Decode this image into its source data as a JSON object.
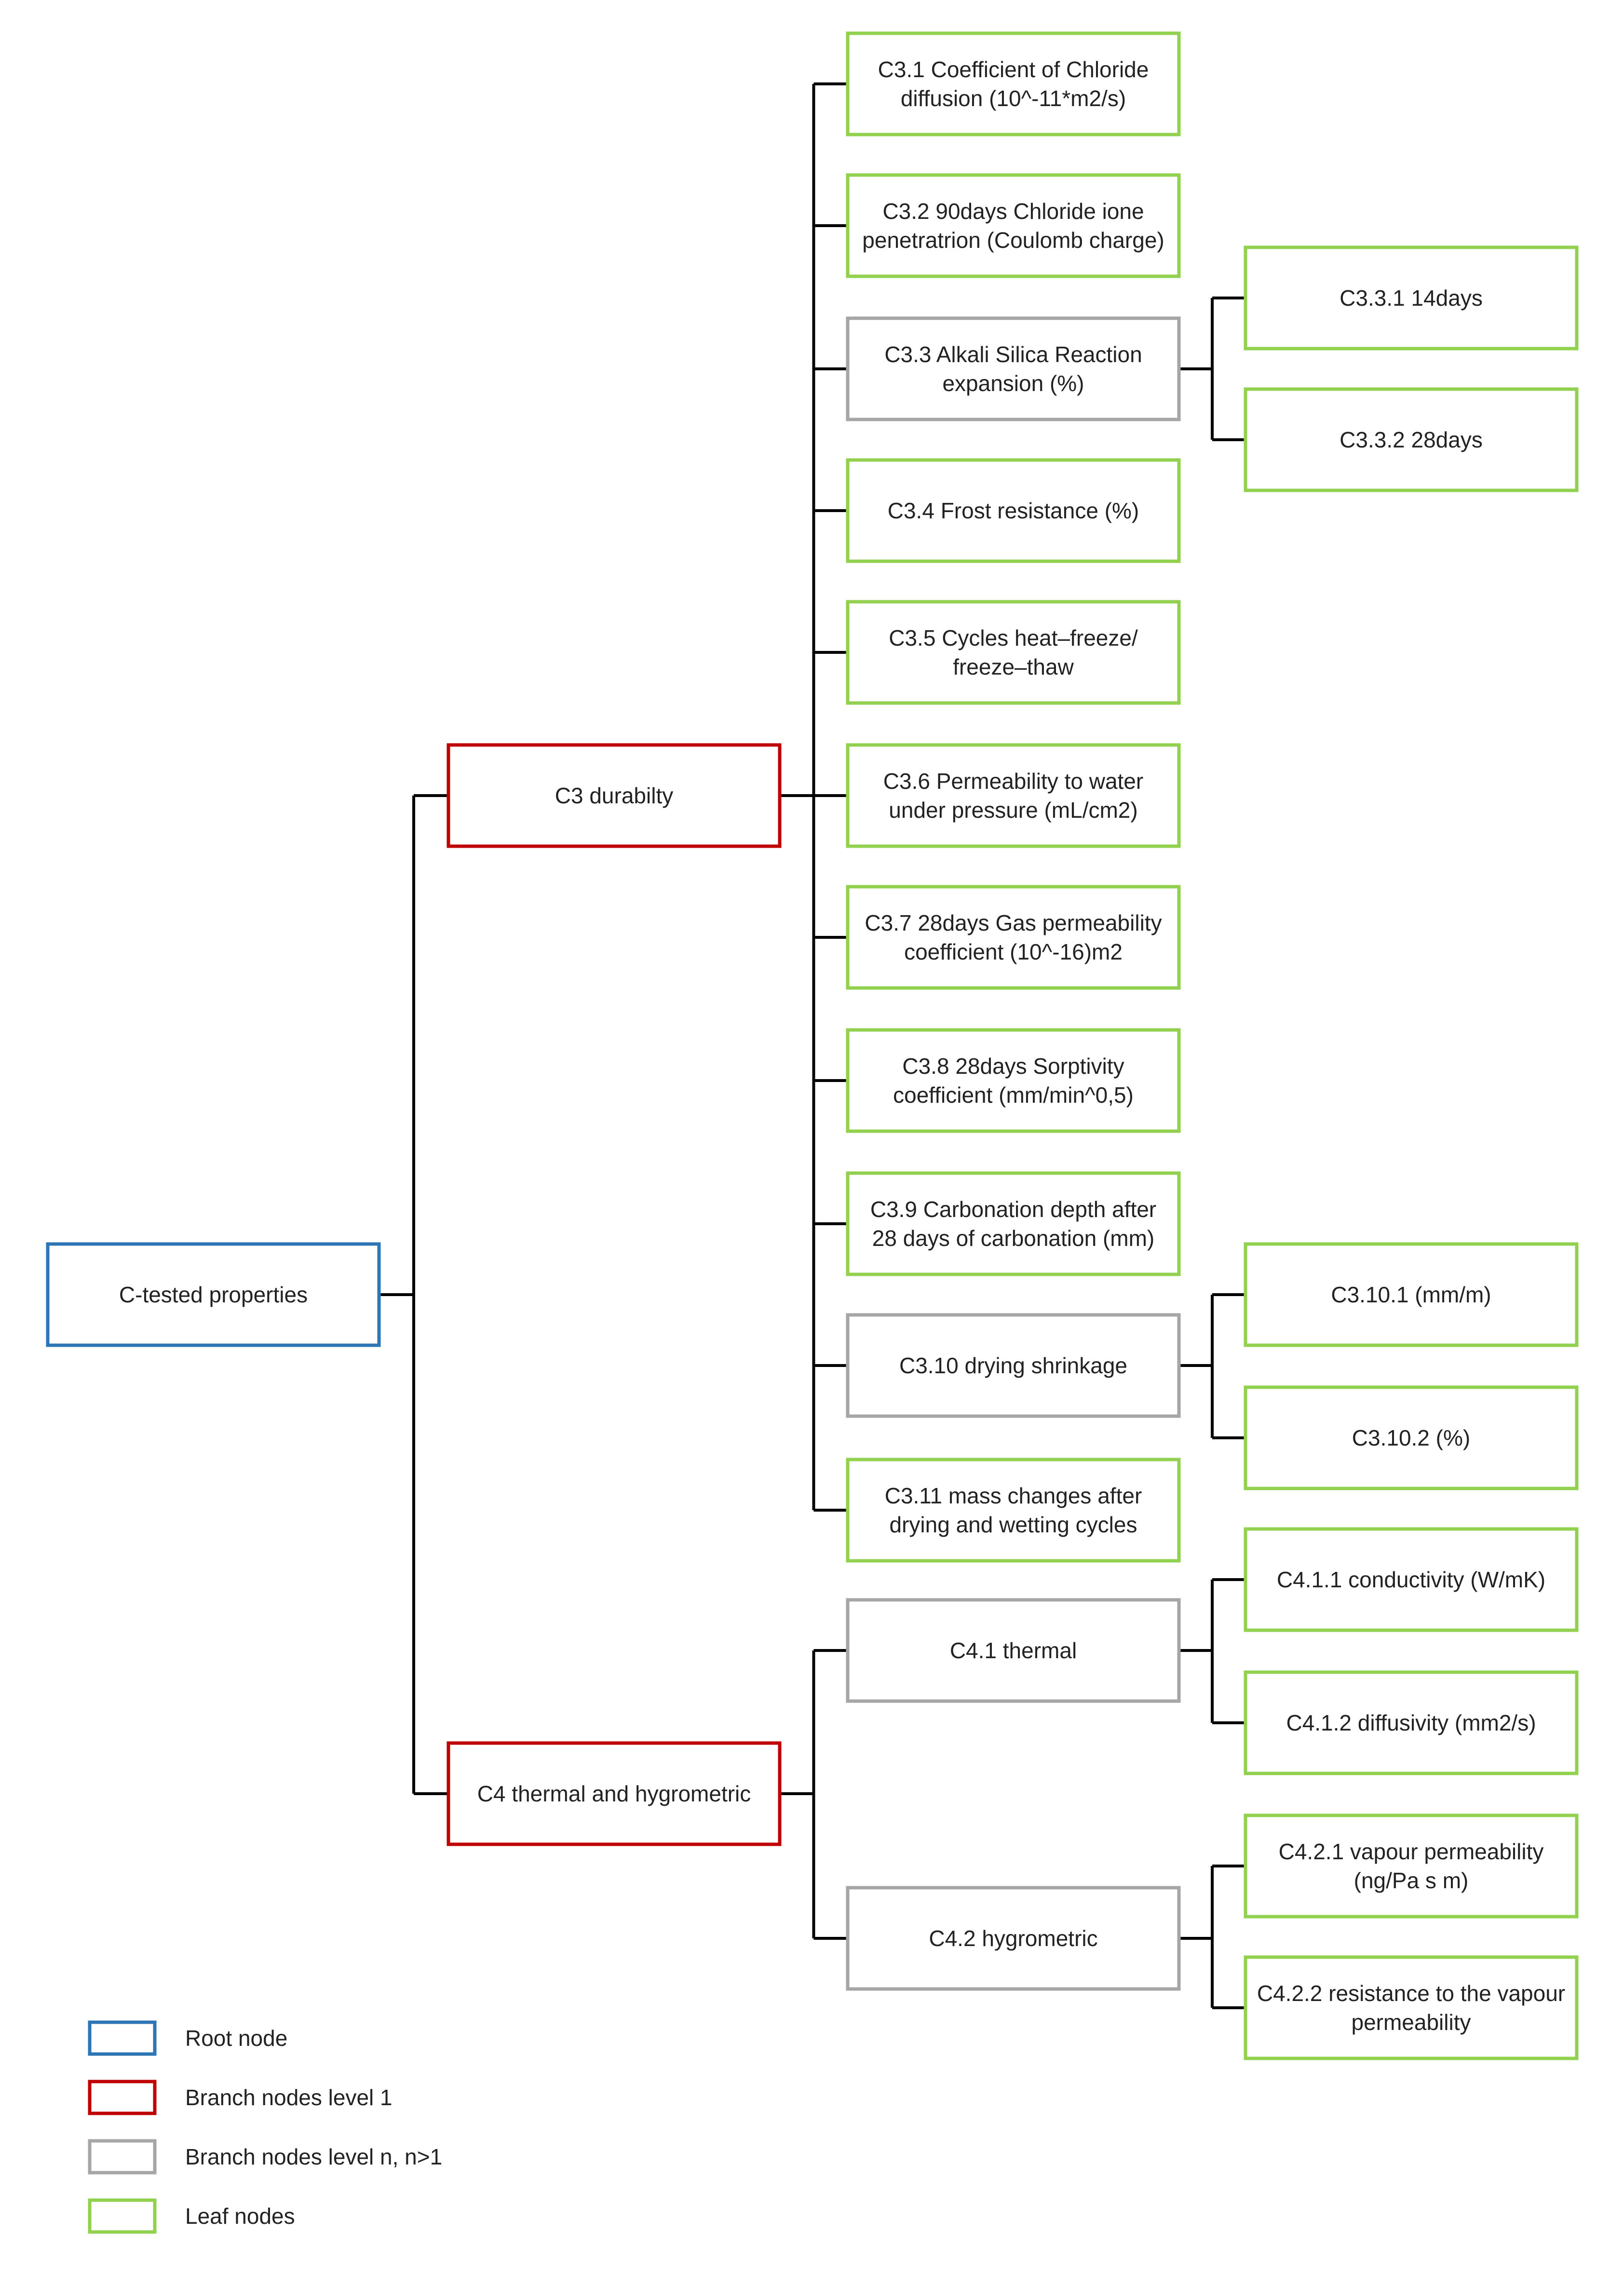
{
  "colors": {
    "root": "#2E75B6",
    "level1": "#C00000",
    "leveln": "#A6A6A6",
    "leaf": "#92D050",
    "edge": "#000000"
  },
  "nodes": {
    "root": {
      "lines": [
        "C-tested properties"
      ]
    },
    "c3": {
      "lines": [
        "C3 durabilty"
      ]
    },
    "c4": {
      "lines": [
        "C4 thermal and hygrometric"
      ]
    },
    "c31": {
      "lines": [
        "C3.1 Coefficient of Chloride",
        "diffusion (10^-11*m2/s)"
      ]
    },
    "c32": {
      "lines": [
        "C3.2 90days Chloride ione",
        "penetratrion (Coulomb charge)"
      ]
    },
    "c33": {
      "lines": [
        "C3.3 Alkali Silica Reaction",
        "expansion (%)"
      ]
    },
    "c34": {
      "lines": [
        "C3.4 Frost resistance (%)"
      ]
    },
    "c35": {
      "lines": [
        "C3.5 Cycles heat–freeze/",
        "freeze–thaw"
      ]
    },
    "c36": {
      "lines": [
        "C3.6 Permeability to water",
        "under pressure (mL/cm2)"
      ]
    },
    "c37": {
      "lines": [
        "C3.7 28days Gas permeability",
        "coefficient (10^-16)m2"
      ]
    },
    "c38": {
      "lines": [
        "C3.8 28days Sorptivity",
        "coefficient (mm/min^0,5)"
      ]
    },
    "c39": {
      "lines": [
        "C3.9 Carbonation depth after",
        "28 days of carbonation (mm)"
      ]
    },
    "c310": {
      "lines": [
        "C3.10 drying shrinkage"
      ]
    },
    "c311": {
      "lines": [
        "C3.11 mass changes after",
        "drying and wetting cycles"
      ]
    },
    "c331": {
      "lines": [
        "C3.3.1 14days"
      ]
    },
    "c332": {
      "lines": [
        "C3.3.2 28days"
      ]
    },
    "c3101": {
      "lines": [
        "C3.10.1 (mm/m)"
      ]
    },
    "c3102": {
      "lines": [
        "C3.10.2 (%)"
      ]
    },
    "c41": {
      "lines": [
        "C4.1 thermal"
      ]
    },
    "c42": {
      "lines": [
        "C4.2 hygrometric"
      ]
    },
    "c411": {
      "lines": [
        "C4.1.1 conductivity (W/mK)"
      ]
    },
    "c412": {
      "lines": [
        "C4.1.2 diffusivity (mm2/s)"
      ]
    },
    "c421": {
      "lines": [
        "C4.2.1 vapour permeability",
        "(ng/Pa s m)"
      ]
    },
    "c422": {
      "lines": [
        "C4.2.2 resistance to the vapour",
        "permeability"
      ]
    }
  },
  "legend": [
    {
      "kind": "root",
      "label": "Root node"
    },
    {
      "kind": "level1",
      "label": "Branch nodes level 1"
    },
    {
      "kind": "leveln",
      "label": "Branch nodes level n, n>1"
    },
    {
      "kind": "leaf",
      "label": "Leaf nodes"
    }
  ]
}
